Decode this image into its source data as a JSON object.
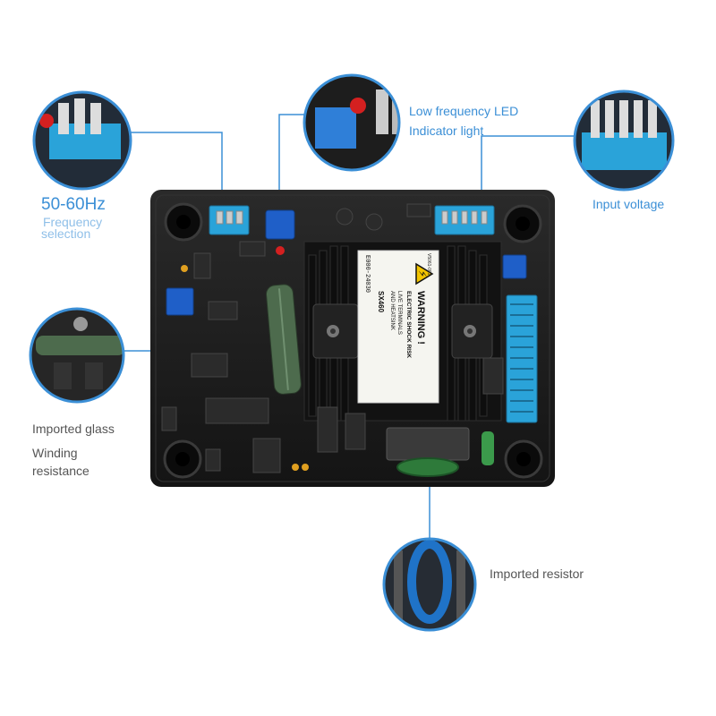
{
  "callouts": {
    "frequency": {
      "value": "50-60Hz",
      "line1": "Frequency",
      "line2": "selection"
    },
    "led": {
      "line1": "Low frequency LED",
      "line2": "Indicator light"
    },
    "input_voltage": {
      "label": "Input voltage"
    },
    "glass": {
      "line1": "Imported glass",
      "line2": "Winding",
      "line3": "resistance"
    },
    "resistor": {
      "label": "Imported resistor"
    }
  },
  "sticker": {
    "header": "WARNING !",
    "line1": "ELECTRIC SHOCK RISK",
    "line2": "LIVE TERMINALS",
    "line3": "AND HEATSINK",
    "model": "SX460",
    "part_number": "E000-24030",
    "code": "V5061-003",
    "icon": "high-voltage-warning-icon"
  },
  "colors": {
    "accent": "#3b8fd6",
    "board": "#1c1c1c",
    "connector": "#2aa3d9",
    "trimmer": "#1f5fc8",
    "led": "#d42020",
    "resistor_green": "#2e7a3a"
  }
}
